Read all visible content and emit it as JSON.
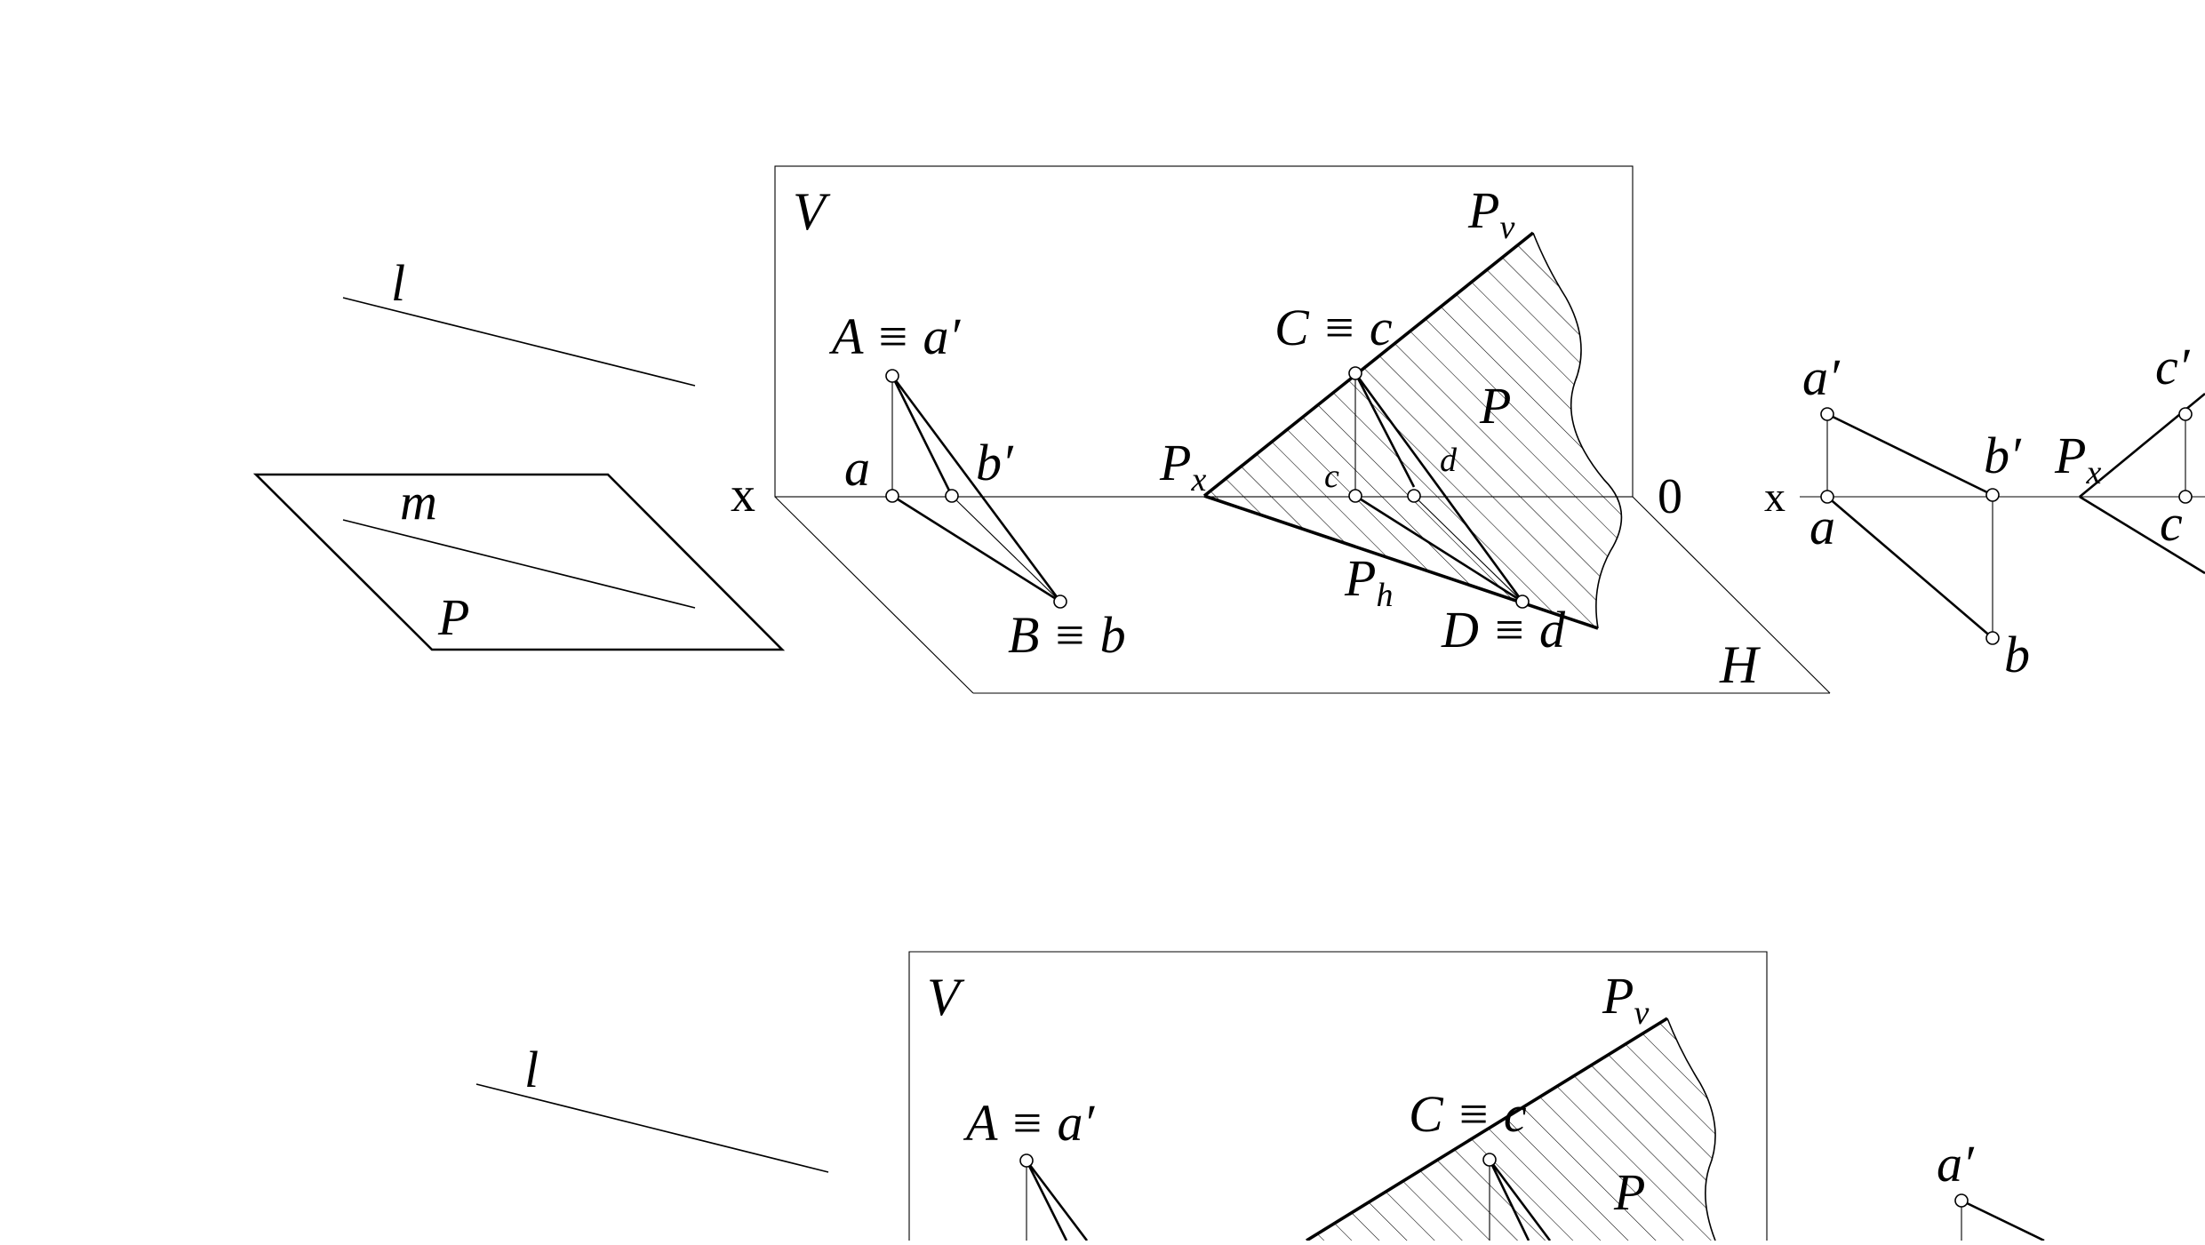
{
  "colors": {
    "ink": "#000000",
    "paper": "#ffffff"
  },
  "labels": {
    "l": "l",
    "m": "m",
    "P": "P",
    "V": "V",
    "H": "H",
    "x": "x",
    "zero": "0",
    "A_eq_a1": "A ≡ a′",
    "a": "a",
    "b1": "b′",
    "B_eq_b": "B ≡ b",
    "Pv_main": "P",
    "Pv_sub": "v",
    "C_eq_c": "C ≡ c",
    "Px_main": "P",
    "Px_sub": "x",
    "c_small": "c",
    "d_small": "d",
    "Ph_main": "P",
    "Ph_sub": "h",
    "D_eq_d": "D ≡ d",
    "a1": "a′",
    "b": "b",
    "c1": "c′",
    "c": "c"
  }
}
